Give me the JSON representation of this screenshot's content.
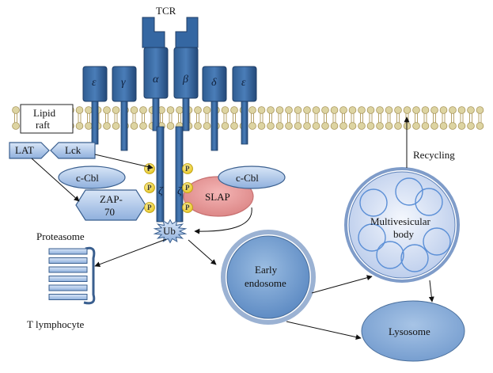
{
  "labels": {
    "tcr": "TCR",
    "epsilon": "ε",
    "gamma": "γ",
    "alpha": "α",
    "beta": "β",
    "delta": "δ",
    "zeta": "ζ",
    "lipid_raft_line1": "Lipid",
    "lipid_raft_line2": "raft",
    "lat": "LAT",
    "lck": "Lck",
    "c_cbl": "c-Cbl",
    "zap70_line1": "ZAP-",
    "zap70_line2": "70",
    "slap": "SLAP",
    "phospho": "P",
    "ub": "Ub",
    "proteasome": "Proteasome",
    "t_lymphocyte": "T lymphocyte",
    "early_endosome_line1": "Early",
    "early_endosome_line2": "endosome",
    "mvb_line1": "Multivesicular",
    "mvb_line2": "body",
    "recycling": "Recycling",
    "lysosome": "Lysosome"
  }
}
